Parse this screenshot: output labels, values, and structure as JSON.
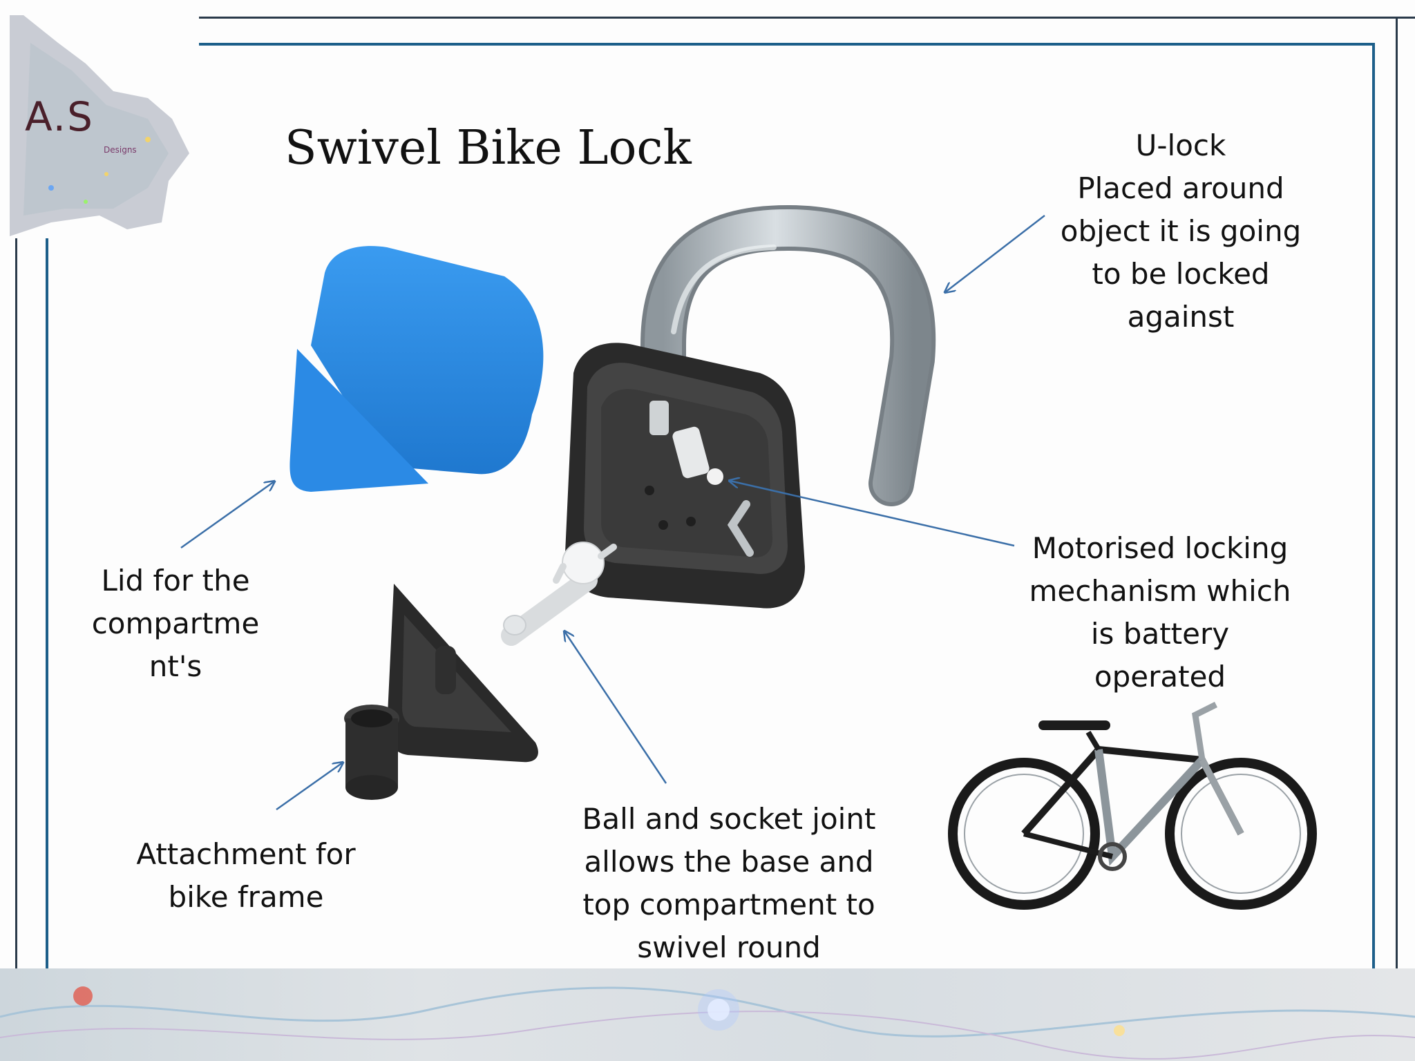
{
  "logo": {
    "text": "A.S",
    "sub": "Designs"
  },
  "title": "Swivel Bike Lock",
  "callouts": {
    "ulock": [
      "U-lock",
      "Placed around",
      "object it is going",
      "to be locked",
      "against"
    ],
    "motor": [
      "Motorised locking",
      "mechanism which",
      "is battery",
      "operated"
    ],
    "lid": [
      "Lid for the",
      "compartme",
      "nt's"
    ],
    "attachment": [
      "Attachment for",
      "bike frame"
    ],
    "ball": [
      "Ball and socket joint",
      "allows the base and",
      "top compartment to",
      "swivel round"
    ]
  },
  "colors": {
    "lid_blue": "#2f8fe0",
    "body_dark": "#2b2b2b",
    "shackle": "#a9b2b8",
    "arrow": "#3b6fa8",
    "frame_blue": "#1d5f8a"
  }
}
